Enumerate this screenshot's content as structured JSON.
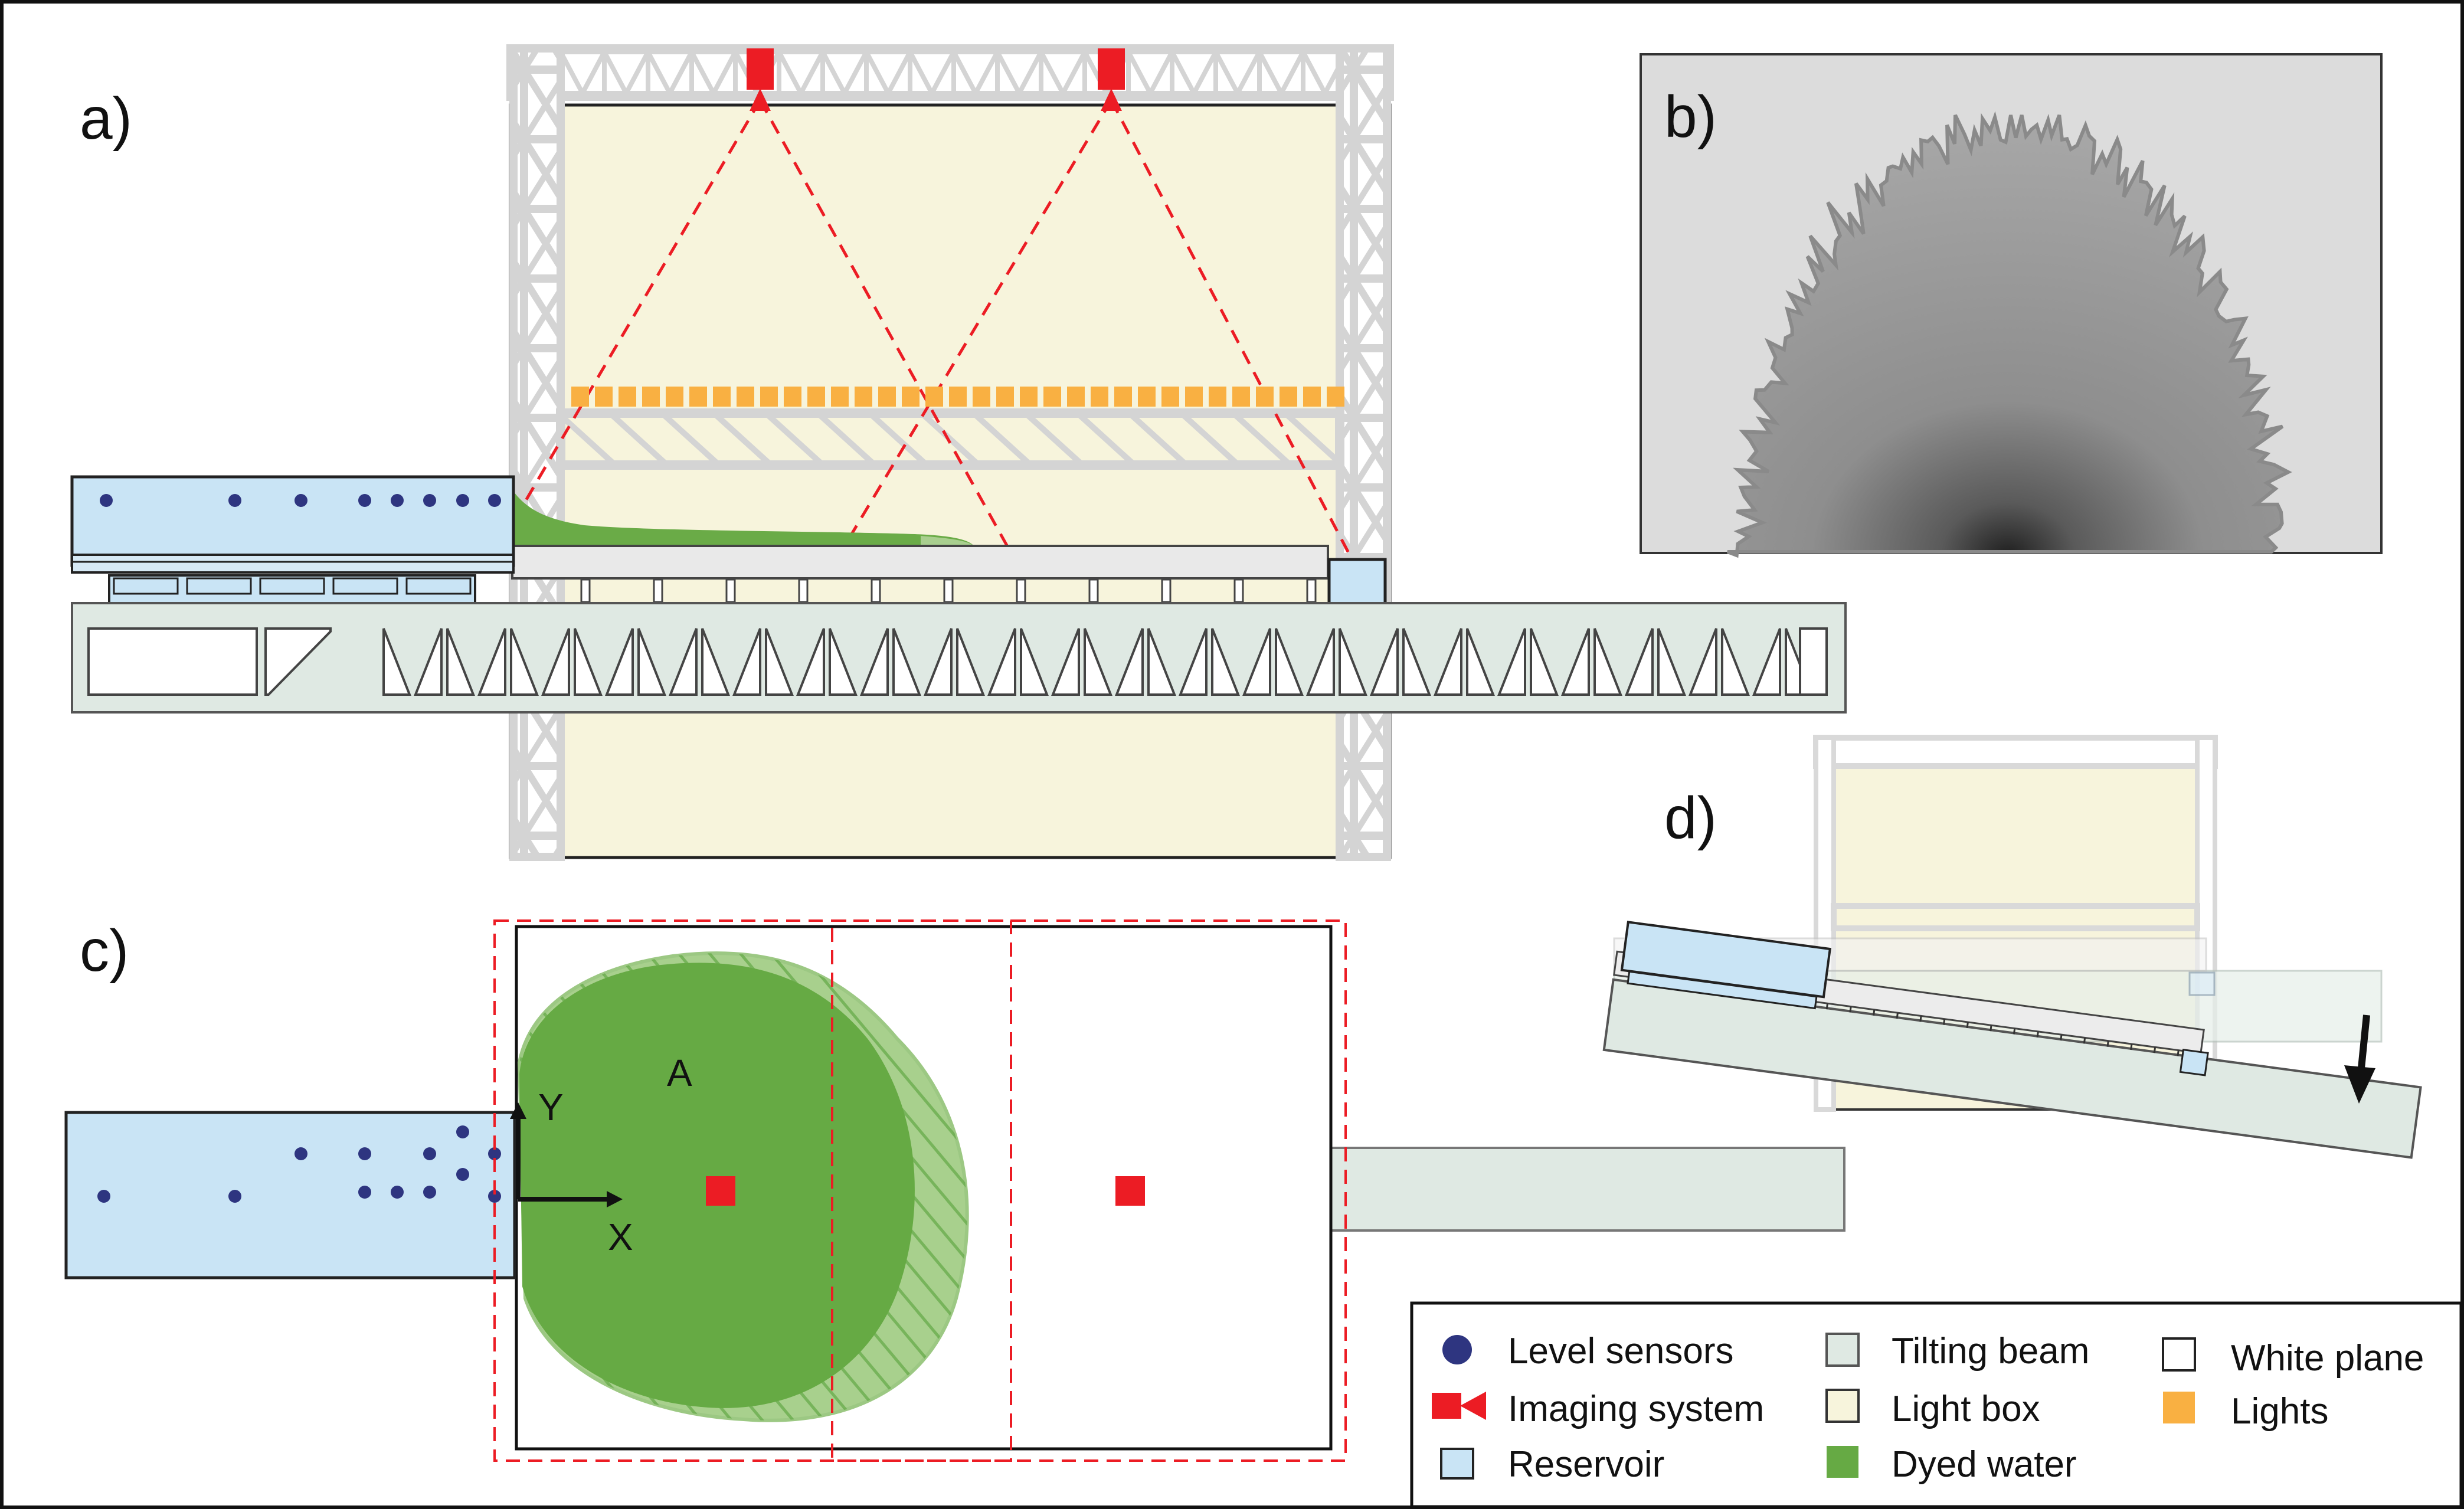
{
  "panels": {
    "a": "a)",
    "b": "b)",
    "c": "c)",
    "d": "d)"
  },
  "axes": {
    "x": "X",
    "y": "Y",
    "area": "A"
  },
  "legend": {
    "items": [
      {
        "label": "Level sensors",
        "swatch": "dot"
      },
      {
        "label": "Imaging system",
        "swatch": "camera"
      },
      {
        "label": "Reservoir",
        "swatch": "square"
      },
      {
        "label": "Tilting beam",
        "swatch": "square"
      },
      {
        "label": "Light box",
        "swatch": "square"
      },
      {
        "label": "Dyed water",
        "swatch": "square"
      },
      {
        "label": "White plane",
        "swatch": "square"
      },
      {
        "label": "Lights",
        "swatch": "square"
      }
    ]
  },
  "colors": {
    "sensor": "#2e3580",
    "camera": "#ec1c24",
    "reservoir": "#c9e4f5",
    "tilting_beam": "#dfe9e3",
    "light_box": "#f7f4dc",
    "dyed_water": "#66aa44",
    "white_plane": "#ffffff",
    "lights": "#f9b042",
    "truss": "#d9d9d9",
    "laser": "#ec1c24"
  }
}
